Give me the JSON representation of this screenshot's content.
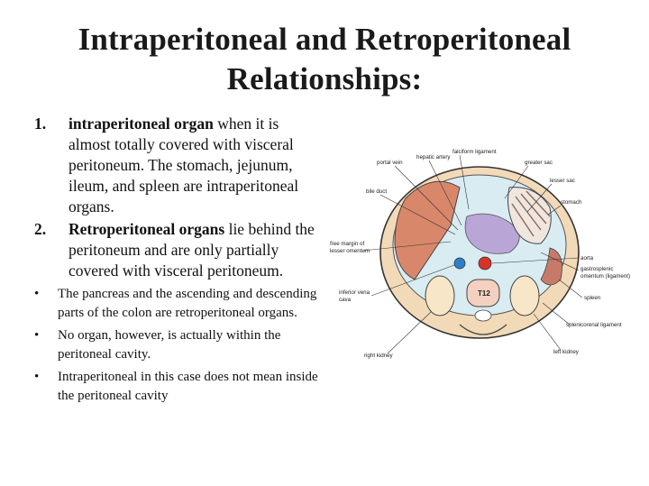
{
  "slide": {
    "title_line1": "Intraperitoneal and Retroperitoneal",
    "title_line2": "Relationships:",
    "item1": {
      "num": "1.",
      "bold": "intraperitoneal organ",
      "text": " when it is almost totally covered with visceral peritoneum. The stomach, jejunum, ileum, and spleen are intraperitoneal organs."
    },
    "item2": {
      "num": "2.",
      "bold": "Retroperitoneal organs",
      "text": " lie behind the peritoneum and are only partially covered with visceral peritoneum."
    },
    "bullets": [
      "The pancreas and the ascending and descending parts of the colon are retroperitoneal organs.",
      "No organ, however, is actually within the peritoneal cavity.",
      "Intraperitoneal in this case does not mean inside the peritoneal cavity"
    ],
    "bullet_char": "•"
  },
  "diagram": {
    "labels": {
      "falciform": "falciform ligament",
      "hepatic_artery": "hepatic artery",
      "portal_vein": "portal vein",
      "greater_sac": "greater sac",
      "lesser_sac": "lesser sac",
      "bile_duct": "bile duct",
      "stomach": "stomach",
      "free_margin_1": "free margin of",
      "free_margin_2": "lesser omentum",
      "aorta": "aorta",
      "gastrosplenic_1": "gastrosplenic",
      "gastrosplenic_2": "omentum (ligament)",
      "ivc_1": "inferior vena",
      "ivc_2": "cava",
      "t12": "T12",
      "spleen": "spleen",
      "splenicorenal": "splenicorenal ligament",
      "right_kidney": "right kidney",
      "left_kidney": "left kidney"
    },
    "colors": {
      "liver": "#d9876a",
      "lesser_sac": "#b9a6d6",
      "greater_sac": "#d8ecf2",
      "body_wall": "#f2d9b8",
      "aorta": "#d8332b",
      "ivc": "#2f7fc8",
      "outline": "#333333"
    }
  }
}
